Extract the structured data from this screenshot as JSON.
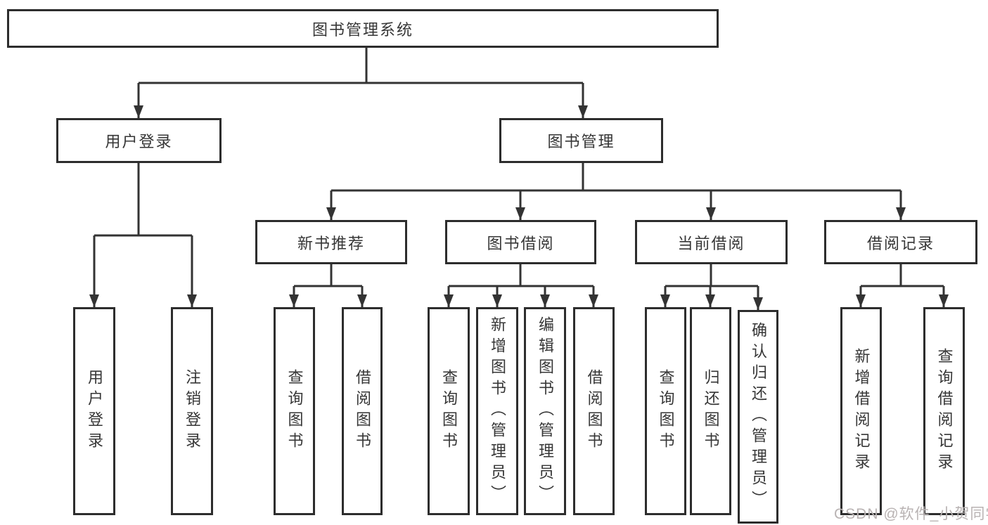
{
  "diagram": {
    "root": {
      "label": "图书管理系统"
    },
    "level2": [
      {
        "label": "用户登录"
      },
      {
        "label": "图书管理"
      }
    ],
    "level3": [
      {
        "label": "新书推荐"
      },
      {
        "label": "图书借阅"
      },
      {
        "label": "当前借阅"
      },
      {
        "label": "借阅记录"
      }
    ],
    "leaves": {
      "user_login": [
        {
          "label": "用户登录"
        },
        {
          "label": "注销登录"
        }
      ],
      "new_book_recommend": [
        {
          "label": "查询图书"
        },
        {
          "label": "借阅图书"
        }
      ],
      "book_borrow": [
        {
          "label": "查询图书"
        },
        {
          "label": "新增图书（管理员）"
        },
        {
          "label": "编辑图书（管理员）"
        },
        {
          "label": "借阅图书"
        }
      ],
      "current_borrow": [
        {
          "label": "查询图书"
        },
        {
          "label": "归还图书"
        },
        {
          "label": "确认归还（管理员）"
        }
      ],
      "borrow_records": [
        {
          "label": "新增借阅记录"
        },
        {
          "label": "查询借阅记录"
        }
      ]
    }
  },
  "watermark": {
    "text": "CSDN @软件_小贺同学"
  },
  "colors": {
    "line": "#333333",
    "border": "#2d2d2d",
    "text": "#363636",
    "watermark": "#b9b3b3",
    "background": "#ffffff"
  }
}
